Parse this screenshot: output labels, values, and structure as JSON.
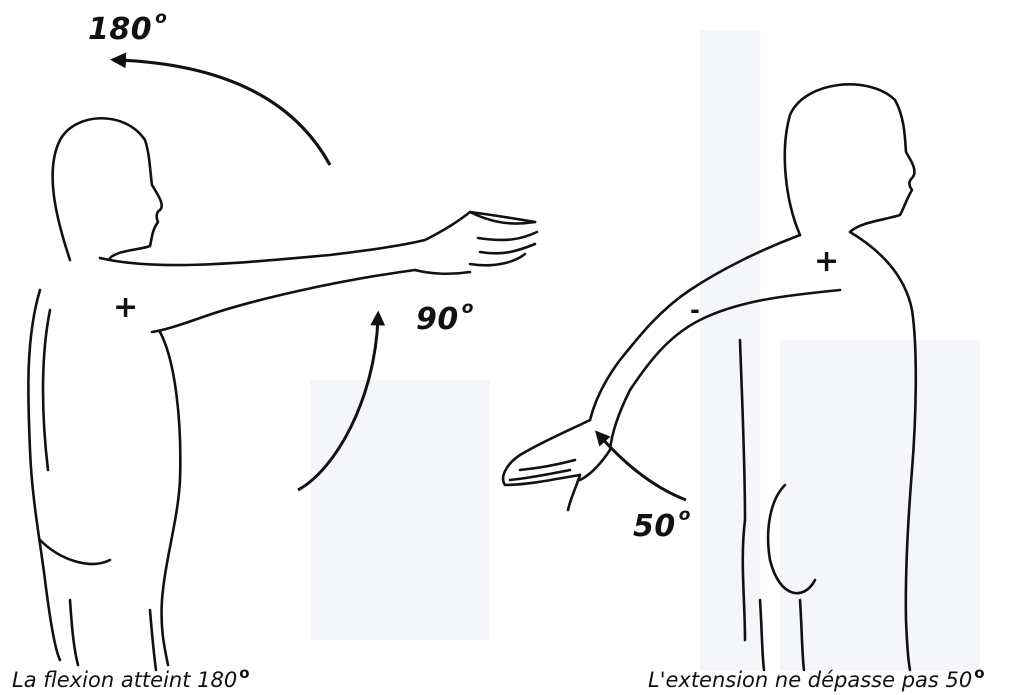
{
  "labels": {
    "angle_180": "180",
    "angle_90": "90",
    "angle_50": "50",
    "degree_mark": "o",
    "plus_sign": "+",
    "minus_sign": "-"
  },
  "captions": {
    "flexion": "La flexion atteint 180",
    "extension": "L'extension ne dépasse pas 50"
  }
}
